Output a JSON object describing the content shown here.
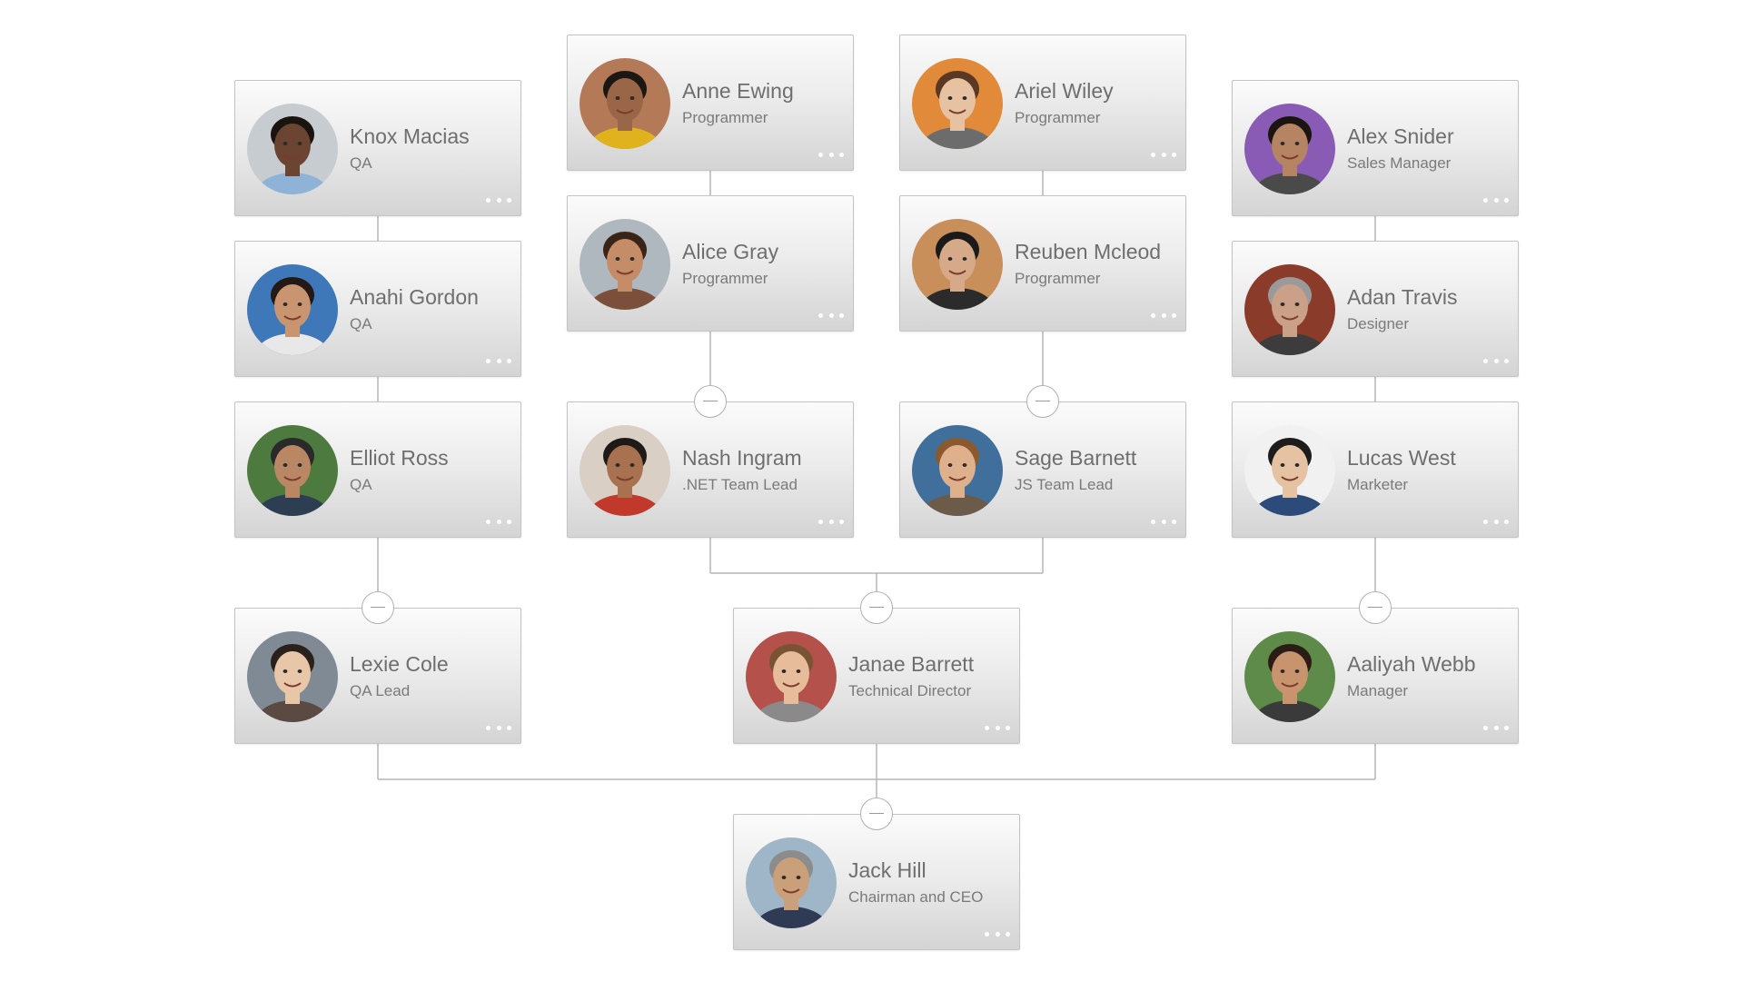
{
  "people": [
    {
      "id": "jack-hill",
      "name": "Jack Hill",
      "title": "Chairman and CEO",
      "skin": "#c9a07a",
      "hair": "#8c8c8c",
      "shirt": "#2f3b55",
      "bg": "#9eb6c7"
    },
    {
      "id": "lexie-cole",
      "name": "Lexie Cole",
      "title": "QA Lead",
      "skin": "#e8c6a8",
      "hair": "#2a211c",
      "shirt": "#5a4a42",
      "bg": "#7f8a95"
    },
    {
      "id": "janae-barrett",
      "name": "Janae Barrett",
      "title": "Technical Director",
      "skin": "#e6bc9a",
      "hair": "#7a5234",
      "shirt": "#8a8a8a",
      "bg": "#b3514a"
    },
    {
      "id": "aaliyah-webb",
      "name": "Aaliyah Webb",
      "title": "Manager",
      "skin": "#c8946e",
      "hair": "#2b1d15",
      "shirt": "#3a3a3a",
      "bg": "#5e8a4a"
    },
    {
      "id": "elliot-ross",
      "name": "Elliot Ross",
      "title": "QA",
      "skin": "#b98763",
      "hair": "#2a2a2a",
      "shirt": "#2d3d52",
      "bg": "#4d7a3e"
    },
    {
      "id": "nash-ingram",
      "name": "Nash Ingram",
      "title": ".NET Team Lead",
      "skin": "#a8714f",
      "hair": "#1e1a18",
      "shirt": "#c0392b",
      "bg": "#d9cfc4"
    },
    {
      "id": "sage-barnett",
      "name": "Sage Barnett",
      "title": "JS Team Lead",
      "skin": "#dfb08c",
      "hair": "#8a5a2e",
      "shirt": "#6d5b4a",
      "bg": "#3f6f9a"
    },
    {
      "id": "lucas-west",
      "name": "Lucas West",
      "title": "Marketer",
      "skin": "#e4c2a2",
      "hair": "#1c1c1c",
      "shirt": "#2c4b7a",
      "bg": "#f1f1f1"
    },
    {
      "id": "anahi-gordon",
      "name": "Anahi Gordon",
      "title": "QA",
      "skin": "#c99470",
      "hair": "#231a16",
      "shirt": "#e8e8e8",
      "bg": "#3f78b8"
    },
    {
      "id": "alice-gray",
      "name": "Alice Gray",
      "title": "Programmer",
      "skin": "#c48d68",
      "hair": "#3a2418",
      "shirt": "#7b4f3a",
      "bg": "#b0b8bf"
    },
    {
      "id": "reuben-mcleod",
      "name": "Reuben Mcleod",
      "title": "Programmer",
      "skin": "#d6a988",
      "hair": "#1a1a1a",
      "shirt": "#2b2b2b",
      "bg": "#c98f5a"
    },
    {
      "id": "adan-travis",
      "name": "Adan Travis",
      "title": "Designer",
      "skin": "#caa088",
      "hair": "#9a9a9a",
      "shirt": "#3c3c3c",
      "bg": "#8b3b2a"
    },
    {
      "id": "knox-macias",
      "name": "Knox Macias",
      "title": "QA",
      "skin": "#6b4532",
      "hair": "#1a1410",
      "shirt": "#8fb3d6",
      "bg": "#c7ccd1"
    },
    {
      "id": "anne-ewing",
      "name": "Anne Ewing",
      "title": "Programmer",
      "skin": "#9a6648",
      "hair": "#1d1713",
      "shirt": "#e0b21d",
      "bg": "#b47a58"
    },
    {
      "id": "ariel-wiley",
      "name": "Ariel Wiley",
      "title": "Programmer",
      "skin": "#e6c2a2",
      "hair": "#5a3824",
      "shirt": "#6c6c6c",
      "bg": "#e08a3a"
    },
    {
      "id": "alex-snider",
      "name": "Alex Snider",
      "title": "Sales Manager",
      "skin": "#b58462",
      "hair": "#1b1511",
      "shirt": "#4a4a4a",
      "bg": "#8a5bb5"
    }
  ],
  "relations": [
    [
      "jack-hill",
      "lexie-cole"
    ],
    [
      "jack-hill",
      "janae-barrett"
    ],
    [
      "jack-hill",
      "aaliyah-webb"
    ],
    [
      "lexie-cole",
      "elliot-ross"
    ],
    [
      "janae-barrett",
      "nash-ingram"
    ],
    [
      "janae-barrett",
      "sage-barnett"
    ],
    [
      "aaliyah-webb",
      "lucas-west"
    ],
    [
      "elliot-ross",
      "anahi-gordon"
    ],
    [
      "anahi-gordon",
      "knox-macias"
    ],
    [
      "nash-ingram",
      "alice-gray"
    ],
    [
      "alice-gray",
      "anne-ewing"
    ],
    [
      "sage-barnett",
      "reuben-mcleod"
    ],
    [
      "reuben-mcleod",
      "ariel-wiley"
    ],
    [
      "lucas-west",
      "adan-travis"
    ],
    [
      "adan-travis",
      "alex-snider"
    ]
  ],
  "collapse_toggles": [
    "jack-hill",
    "lexie-cole",
    "janae-barrett",
    "aaliyah-webb",
    "nash-ingram",
    "sage-barnett"
  ],
  "colors": {
    "card_top": "#fbfbfb",
    "card_bottom": "#d4d4d4",
    "card_border": "#c4c4c4",
    "connector": "#b5b5b5",
    "name_text": "#6e6e6e",
    "title_text": "#7a7a7a"
  }
}
